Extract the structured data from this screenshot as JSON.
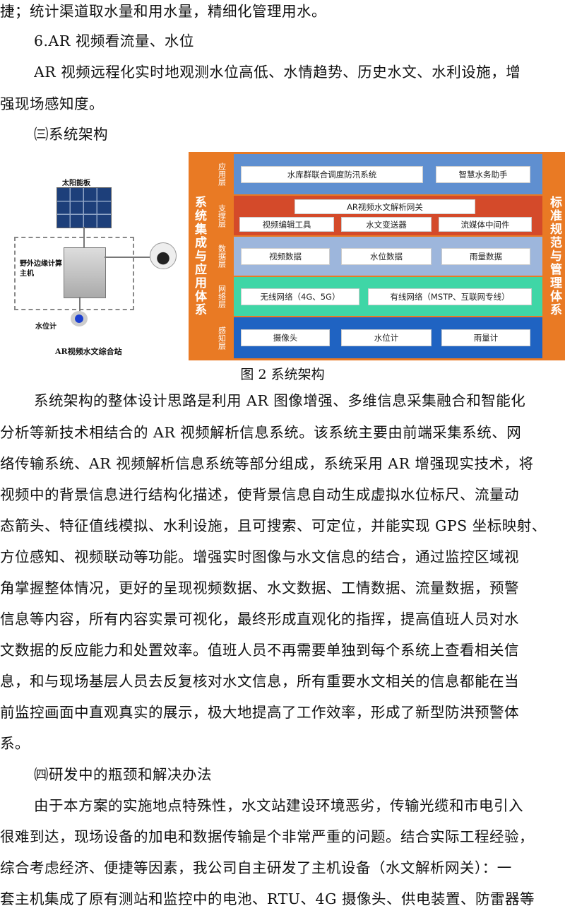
{
  "paragraphs_top": [
    "捷；统计渠道取水量和用水量，精细化管理用水。",
    "6.AR 视频看流量、水位",
    "AR 视频远程化实时地观测水位高低、水情趋势、历史水文、水利设施，增",
    "强现场感知度。",
    "㈢系统架构"
  ],
  "station": {
    "solar_label": "太阳能板",
    "host_label_1": "野外边缘计算",
    "host_label_2": "主机",
    "meter_label": "水位计",
    "title": "AR视频水文综合站",
    "icons": [
      "solar-panel-icon",
      "host-box-icon",
      "camera-icon",
      "water-meter-icon"
    ]
  },
  "architecture": {
    "left_title": "系统集成与应用体系",
    "right_title": "标准规范与管理体系",
    "layers": [
      {
        "name": "应用层",
        "color": "#5f8fd0",
        "items": [
          "水库群联合调度防汛系统",
          "智慧水务助手"
        ]
      },
      {
        "name": "支撑层",
        "color": "#d44a2a",
        "items": [
          "AR视频水文解析网关",
          "视频编辑工具",
          "水文变送器",
          "流媒体中间件"
        ]
      },
      {
        "name": "数据层",
        "color": "#9db6dc",
        "items": [
          "视频数据",
          "水位数据",
          "雨量数据"
        ]
      },
      {
        "name": "网络层",
        "color": "#3fd6a6",
        "items": [
          "无线网络（4G、5G）",
          "有线网络（MSTP、互联网专线）"
        ]
      },
      {
        "name": "感知层",
        "color": "#1f63c2",
        "items": [
          "摄像头",
          "水位计",
          "雨量计"
        ]
      }
    ]
  },
  "caption": "图 2 系统架构",
  "paragraphs_bottom": [
    "系统架构的整体设计思路是利用 AR 图像增强、多维信息采集融合和智能化",
    "分析等新技术相结合的 AR 视频解析信息系统。该系统主要由前端采集系统、网",
    "络传输系统、AR 视频解析信息系统等部分组成，系统采用 AR 增强现实技术，将",
    "视频中的背景信息进行结构化描述，使背景信息自动生成虚拟水位标尺、流量动",
    "态箭头、特征值线模拟、水利设施，且可搜索、可定位，并能实现 GPS 坐标映射、",
    "方位感知、视频联动等功能。增强实时图像与水文信息的结合，通过监控区域视",
    "角掌握整体情况，更好的呈现视频数据、水文数据、工情数据、流量数据，预警",
    "信息等内容，所有内容实景可视化，最终形成直观化的指挥，提高值班人员对水",
    "文数据的反应能力和处置效率。值班人员不再需要单独到每个系统上查看相关信",
    "息，和与现场基层人员去反复核对水文信息，所有重要水文相关的信息都能在当",
    "前监控画面中直观真实的展示，极大地提高了工作效率，形成了新型防洪预警体",
    "系。",
    "㈣研发中的瓶颈和解决办法",
    "由于本方案的实施地点特殊性，水文站建设环境恶劣，传输光缆和市电引入",
    "很难到达，现场设备的加电和数据传输是个非常严重的问题。结合实际工程经验，",
    "综合考虑经济、便捷等因素，我公司自主研发了主机设备（水文解析网关）：一",
    "套主机集成了原有测站和监控中的电池、RTU、4G 摄像头、供电装置、防雷器等"
  ]
}
